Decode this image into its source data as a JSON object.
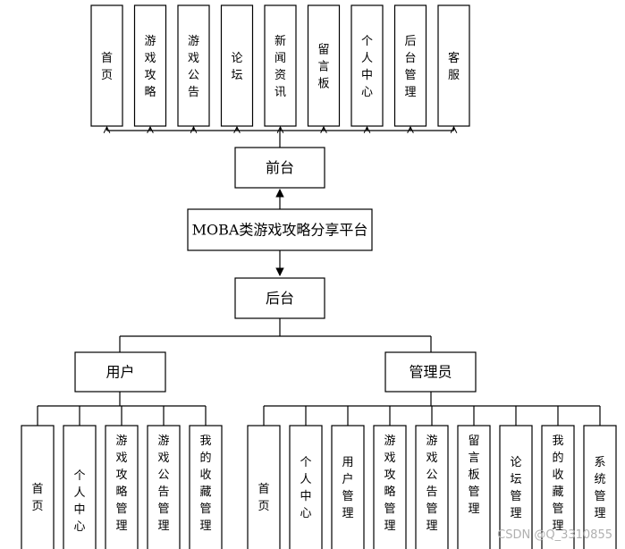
{
  "root": "MOBA类游戏攻略分享平台",
  "front": {
    "title": "前台",
    "modules": [
      "首页",
      "游戏攻略",
      "游戏公告",
      "论坛",
      "新闻资讯",
      "留言板",
      "个人中心",
      "后台管理",
      "客服"
    ]
  },
  "back": {
    "title": "后台",
    "user": {
      "title": "用户",
      "modules": [
        "首页",
        "个人中心",
        "游戏攻略管理",
        "游戏公告管理",
        "我的收藏管理"
      ]
    },
    "admin": {
      "title": "管理员",
      "modules": [
        "首页",
        "个人中心",
        "用户管理",
        "游戏攻略管理",
        "游戏公告管理",
        "留言板管理",
        "论坛管理",
        "我的收藏管理",
        "系统管理"
      ]
    }
  },
  "watermark": "CSDN @Q_3310855"
}
